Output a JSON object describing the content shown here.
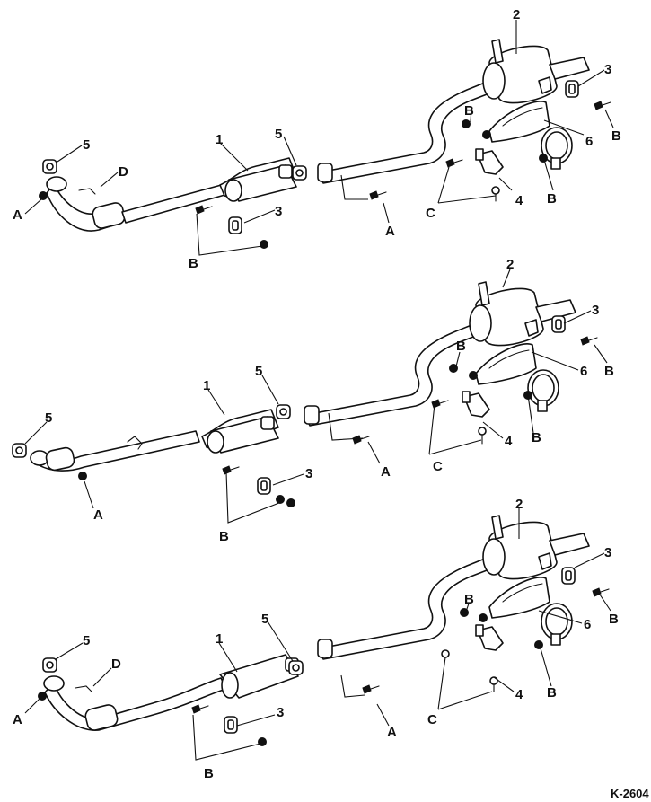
{
  "reference_code": "K-2604",
  "labels": {
    "l1": "1",
    "l2": "2",
    "l3": "3",
    "l4": "4",
    "l5": "5",
    "l6": "6",
    "la": "A",
    "lb": "B",
    "lc": "C",
    "ld": "D"
  },
  "colors": {
    "ink": "#111111",
    "paper": "#ffffff"
  }
}
